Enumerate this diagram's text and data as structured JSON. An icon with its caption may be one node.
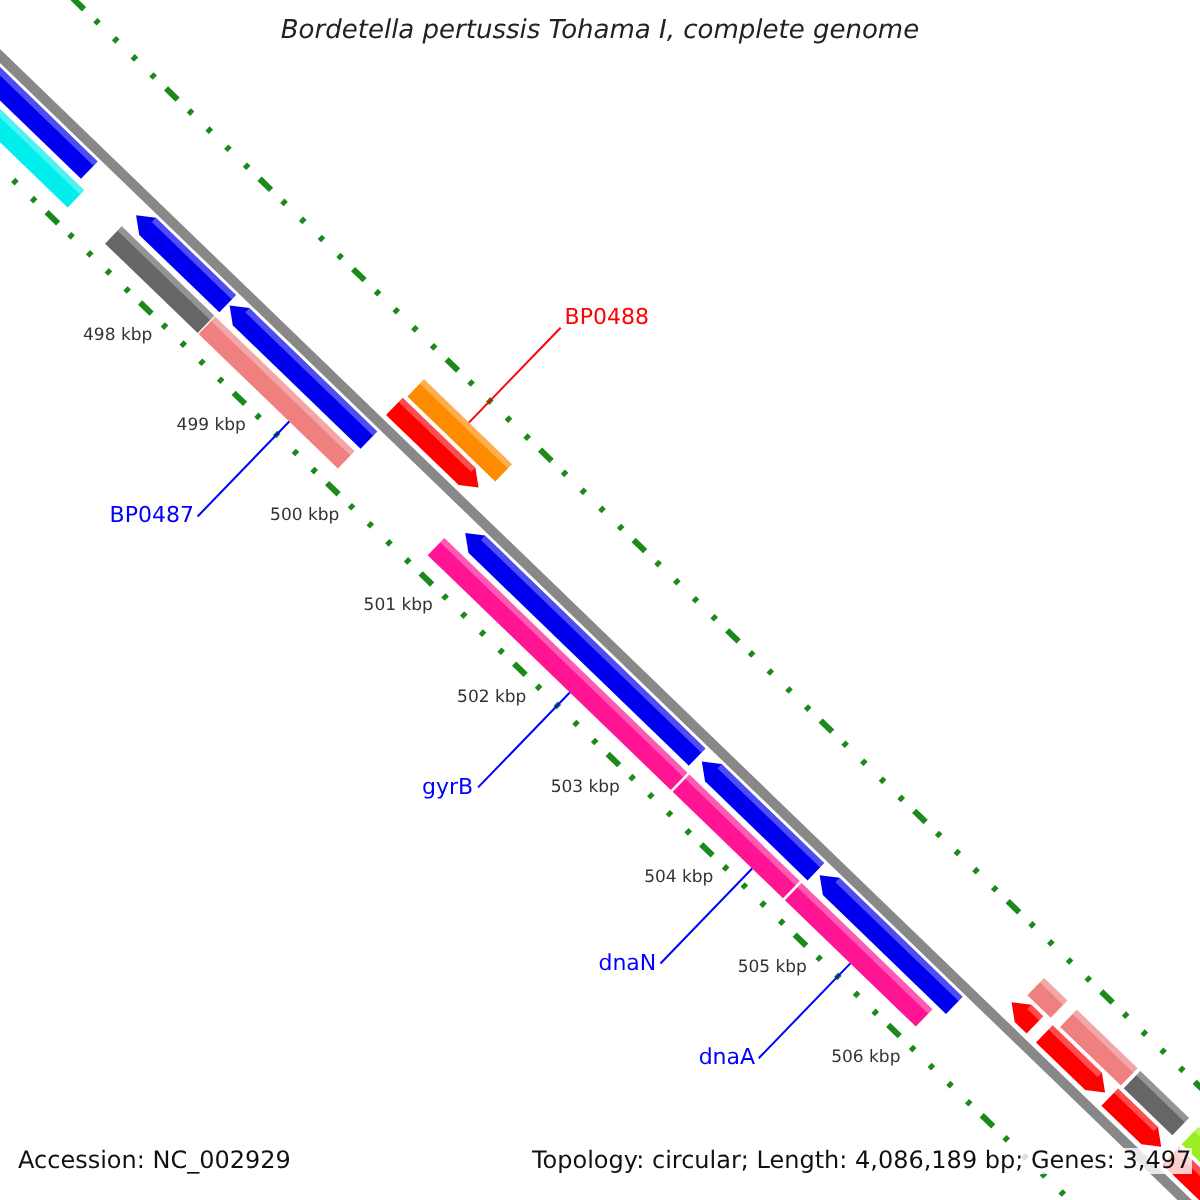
{
  "diagram": {
    "title": "Bordetella pertussis Tohama I, complete genome",
    "nodes": [
      {
        "text": [
          "BP0488"
        ]
      },
      {
        "text": [],
        "shape": "bar"
      },
      {
        "text": [
          "BP0487"
        ]
      },
      {
        "text": [],
        "shape": "bar"
      },
      {
        "text": [
          "gyrB"
        ]
      },
      {
        "text": [],
        "shape": "bar"
      },
      {
        "text": [
          "dnaN"
        ]
      },
      {
        "text": [],
        "shape": "bar"
      },
      {
        "text": [
          "dnaA"
        ]
      },
      {
        "text": [],
        "shape": "bar"
      }
    ],
    "edges": [
      {
        "from": 0,
        "to": 1,
        "arrow": "none",
        "color": "#ff0000"
      },
      {
        "from": 2,
        "to": 3,
        "arrow": "none"
      },
      {
        "from": 4,
        "to": 5,
        "arrow": "none"
      },
      {
        "from": 6,
        "to": 7,
        "arrow": "none"
      },
      {
        "from": 8,
        "to": 9,
        "arrow": "none"
      }
    ],
    "labels": [
      "498 kbp",
      "499 kbp",
      "500 kbp",
      "501 kbp",
      "502 kbp",
      "503 kbp",
      "504 kbp",
      "505 kbp",
      "506 kbp",
      "Accession: NC_002929",
      "Topology: circular; Length: 4,086,189 bp; Genes: 3,497"
    ]
  }
}
